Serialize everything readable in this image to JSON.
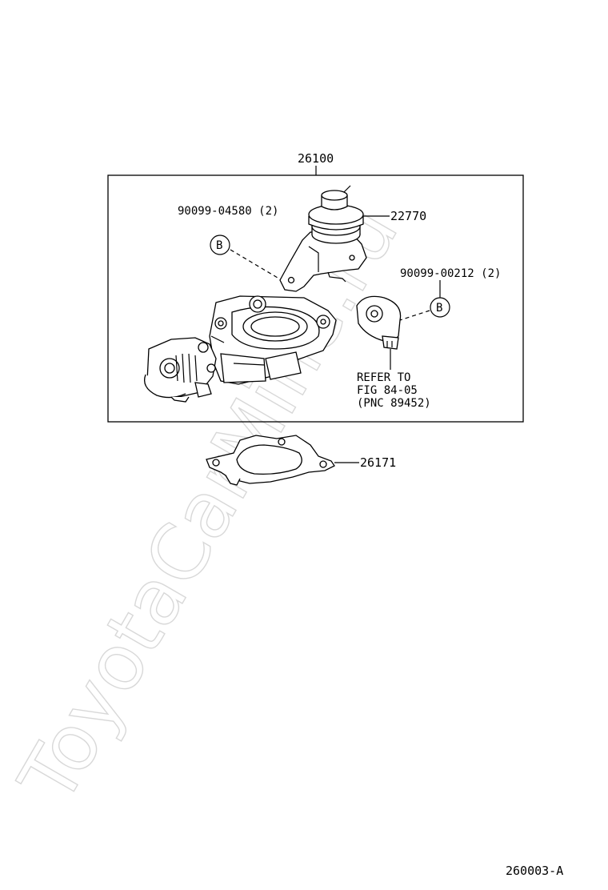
{
  "watermark": "ToyotaCarMine.ru",
  "assembly_number": "26100",
  "parts": {
    "bolt_top": "90099-04580 (2)",
    "valve": "22770",
    "bolt_right": "90099-00212 (2)",
    "gasket": "26171"
  },
  "ref_marker": "B",
  "refer_note": {
    "line1": "REFER TO",
    "line2": "FIG 84-05",
    "line3": "(PNC 89452)"
  },
  "figure_code": "260003-A"
}
